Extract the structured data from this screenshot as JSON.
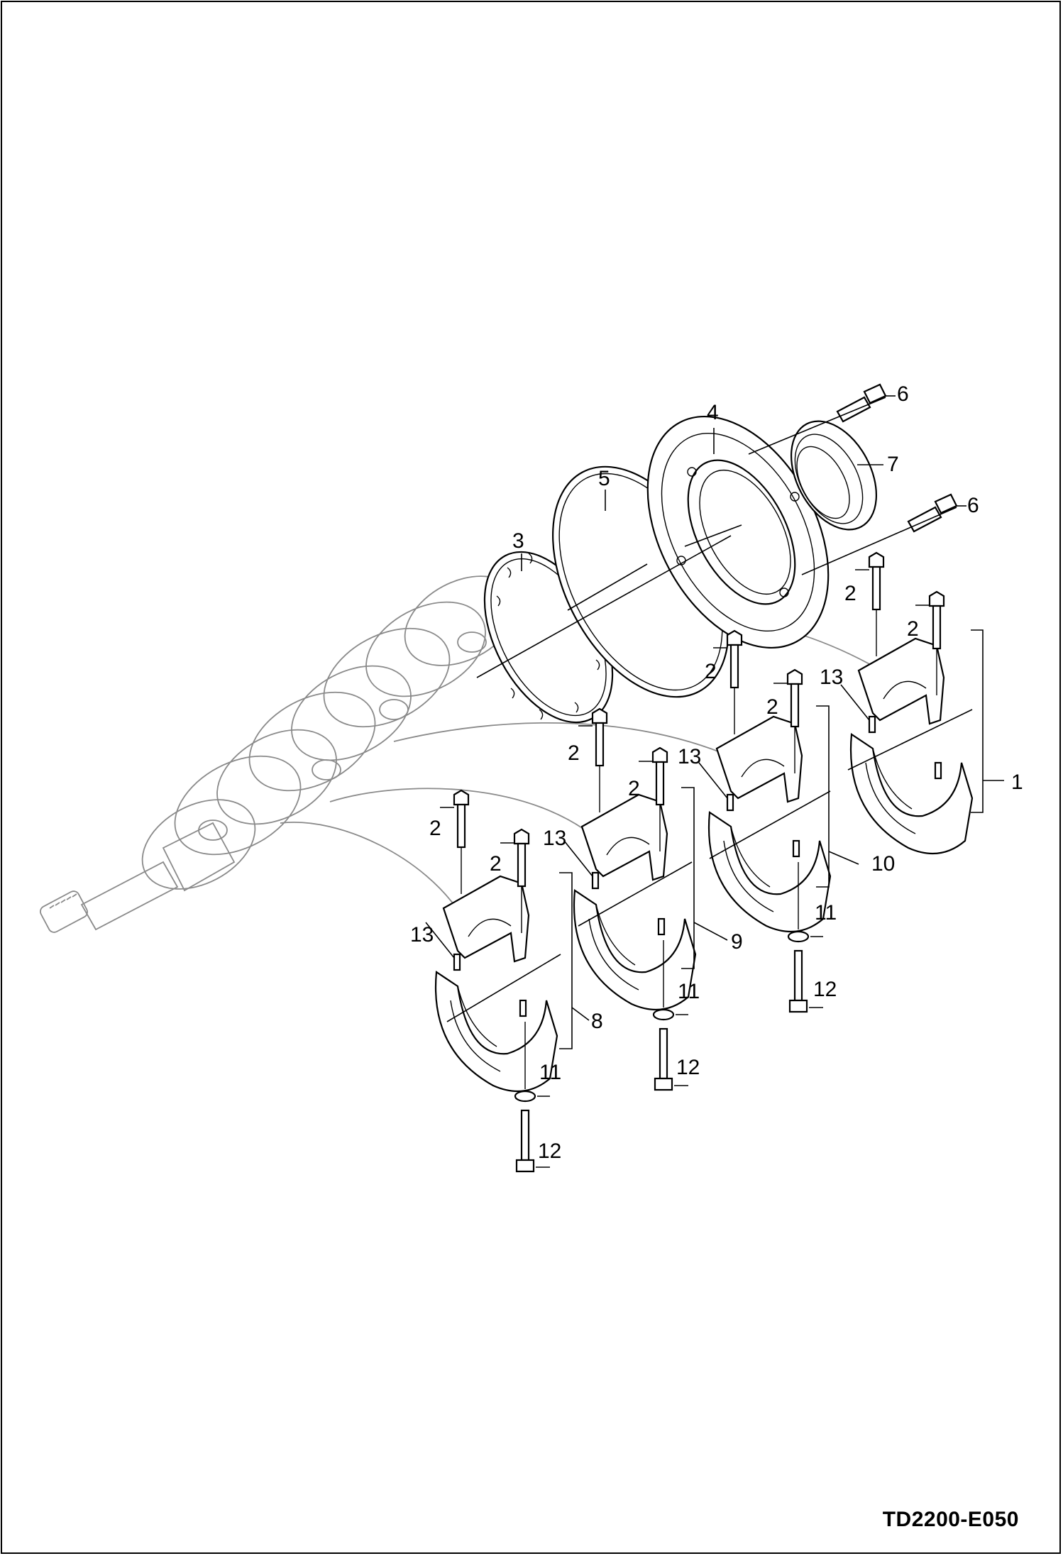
{
  "drawing": {
    "code": "TD2200-E050"
  },
  "callouts": [
    {
      "id": "1",
      "label": "1"
    },
    {
      "id": "2",
      "label": "2"
    },
    {
      "id": "3",
      "label": "3"
    },
    {
      "id": "4",
      "label": "4"
    },
    {
      "id": "5",
      "label": "5"
    },
    {
      "id": "6",
      "label": "6"
    },
    {
      "id": "7",
      "label": "7"
    },
    {
      "id": "8",
      "label": "8"
    },
    {
      "id": "9",
      "label": "9"
    },
    {
      "id": "10",
      "label": "10"
    },
    {
      "id": "11",
      "label": "11"
    },
    {
      "id": "12",
      "label": "12"
    },
    {
      "id": "13",
      "label": "13"
    }
  ]
}
